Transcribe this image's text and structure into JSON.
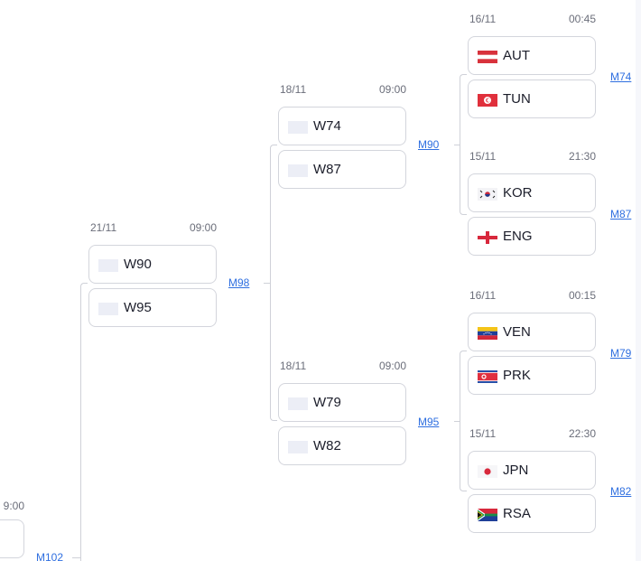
{
  "bracket": {
    "round_of_32": [
      {
        "id": "m1",
        "date": "16/11",
        "time": "00:45",
        "team1": {
          "code": "AUT",
          "flag": "austria-flag"
        },
        "team2": {
          "code": "TUN",
          "flag": "tunisia-flag"
        },
        "match_code": "M74"
      },
      {
        "id": "m2",
        "date": "15/11",
        "time": "21:30",
        "team1": {
          "code": "KOR",
          "flag": "south-korea-flag"
        },
        "team2": {
          "code": "ENG",
          "flag": "england-flag"
        },
        "match_code": "M87"
      },
      {
        "id": "m3",
        "date": "16/11",
        "time": "00:15",
        "team1": {
          "code": "VEN",
          "flag": "venezuela-flag"
        },
        "team2": {
          "code": "PRK",
          "flag": "north-korea-flag"
        },
        "match_code": "M79"
      },
      {
        "id": "m4",
        "date": "15/11",
        "time": "22:30",
        "team1": {
          "code": "JPN",
          "flag": "japan-flag"
        },
        "team2": {
          "code": "RSA",
          "flag": "south-africa-flag"
        },
        "match_code": "M82"
      }
    ],
    "round_of_16": [
      {
        "id": "m5",
        "date": "18/11",
        "time": "09:00",
        "team1": {
          "code": "W74"
        },
        "team2": {
          "code": "W87"
        },
        "match_code": "M90"
      },
      {
        "id": "m6",
        "date": "18/11",
        "time": "09:00",
        "team1": {
          "code": "W79"
        },
        "team2": {
          "code": "W82"
        },
        "match_code": "M95"
      }
    ],
    "quarter_final": [
      {
        "id": "m7",
        "date": "21/11",
        "time": "09:00",
        "team1": {
          "code": "W90"
        },
        "team2": {
          "code": "W95"
        },
        "match_code": "M98"
      }
    ],
    "partial_left": {
      "time_partial": "9:00",
      "match_code": "M102"
    }
  },
  "colors": {
    "link": "#2f6fe0",
    "border": "#d3d5dc",
    "connector": "#cfd1d8",
    "meta_text": "#6b6e7a"
  }
}
